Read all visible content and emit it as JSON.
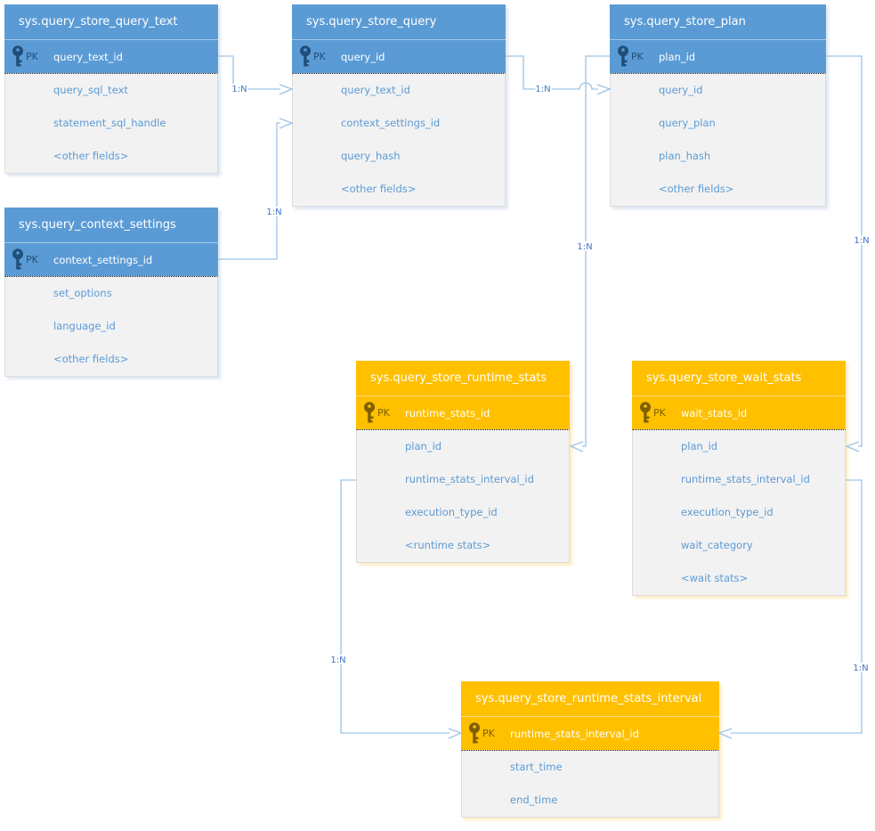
{
  "colors": {
    "header_blue": "#5B9BD5",
    "header_orange": "#FFC000",
    "key_icon_blue": "#1F4E79",
    "key_icon_orange": "#7F6000",
    "body_background": "#F2F2F2",
    "field_text": "#5B9BD5",
    "connector_line": "#9DC3E6",
    "connector_label": "#4472C4"
  },
  "tables": [
    {
      "title": "sys.query_store_query_text",
      "theme": "blue",
      "pk": {
        "badge": "PK",
        "field": "query_text_id"
      },
      "fields": [
        "query_sql_text",
        "statement_sql_handle",
        "<other fields>"
      ]
    },
    {
      "title": "sys.query_store_query",
      "theme": "blue",
      "pk": {
        "badge": "PK",
        "field": "query_id"
      },
      "fields": [
        "query_text_id",
        "context_settings_id",
        "query_hash",
        "<other fields>"
      ]
    },
    {
      "title": "sys.query_store_plan",
      "theme": "blue",
      "pk": {
        "badge": "PK",
        "field": "plan_id"
      },
      "fields": [
        "query_id",
        "query_plan",
        "plan_hash",
        "<other fields>"
      ]
    },
    {
      "title": "sys.query_context_settings",
      "theme": "blue",
      "pk": {
        "badge": "PK",
        "field": "context_settings_id"
      },
      "fields": [
        "set_options",
        "language_id",
        "<other fields>"
      ]
    },
    {
      "title": "sys.query_store_runtime_stats",
      "theme": "orange",
      "pk": {
        "badge": "PK",
        "field": "runtime_stats_id"
      },
      "fields": [
        "plan_id",
        "runtime_stats_interval_id",
        "execution_type_id",
        "<runtime stats>"
      ]
    },
    {
      "title": "sys.query_store_wait_stats",
      "theme": "orange",
      "pk": {
        "badge": "PK",
        "field": "wait_stats_id"
      },
      "fields": [
        "plan_id",
        "runtime_stats_interval_id",
        "execution_type_id",
        "wait_category",
        "<wait stats>"
      ]
    },
    {
      "title": "sys.query_store_runtime_stats_interval",
      "theme": "orange",
      "pk": {
        "badge": "PK",
        "field": "runtime_stats_interval_id"
      },
      "fields": [
        "start_time",
        "end_time"
      ]
    }
  ],
  "connectors": [
    {
      "label": "1:N",
      "from": "sys.query_store_query_text.query_text_id",
      "to": "sys.query_store_query.query_text_id"
    },
    {
      "label": "1:N",
      "from": "sys.query_context_settings.context_settings_id",
      "to": "sys.query_store_query.context_settings_id"
    },
    {
      "label": "1:N",
      "from": "sys.query_store_query.query_id",
      "to": "sys.query_store_plan.query_id"
    },
    {
      "label": "1:N",
      "from": "sys.query_store_plan.plan_id",
      "to": "sys.query_store_runtime_stats.plan_id"
    },
    {
      "label": "1:N",
      "from": "sys.query_store_plan.plan_id",
      "to": "sys.query_store_wait_stats.plan_id"
    },
    {
      "label": "1:N",
      "from": "sys.query_store_runtime_stats.runtime_stats_interval_id",
      "to": "sys.query_store_runtime_stats_interval.runtime_stats_interval_id"
    },
    {
      "label": "1:N",
      "from": "sys.query_store_wait_stats.runtime_stats_interval_id",
      "to": "sys.query_store_runtime_stats_interval.runtime_stats_interval_id"
    }
  ]
}
